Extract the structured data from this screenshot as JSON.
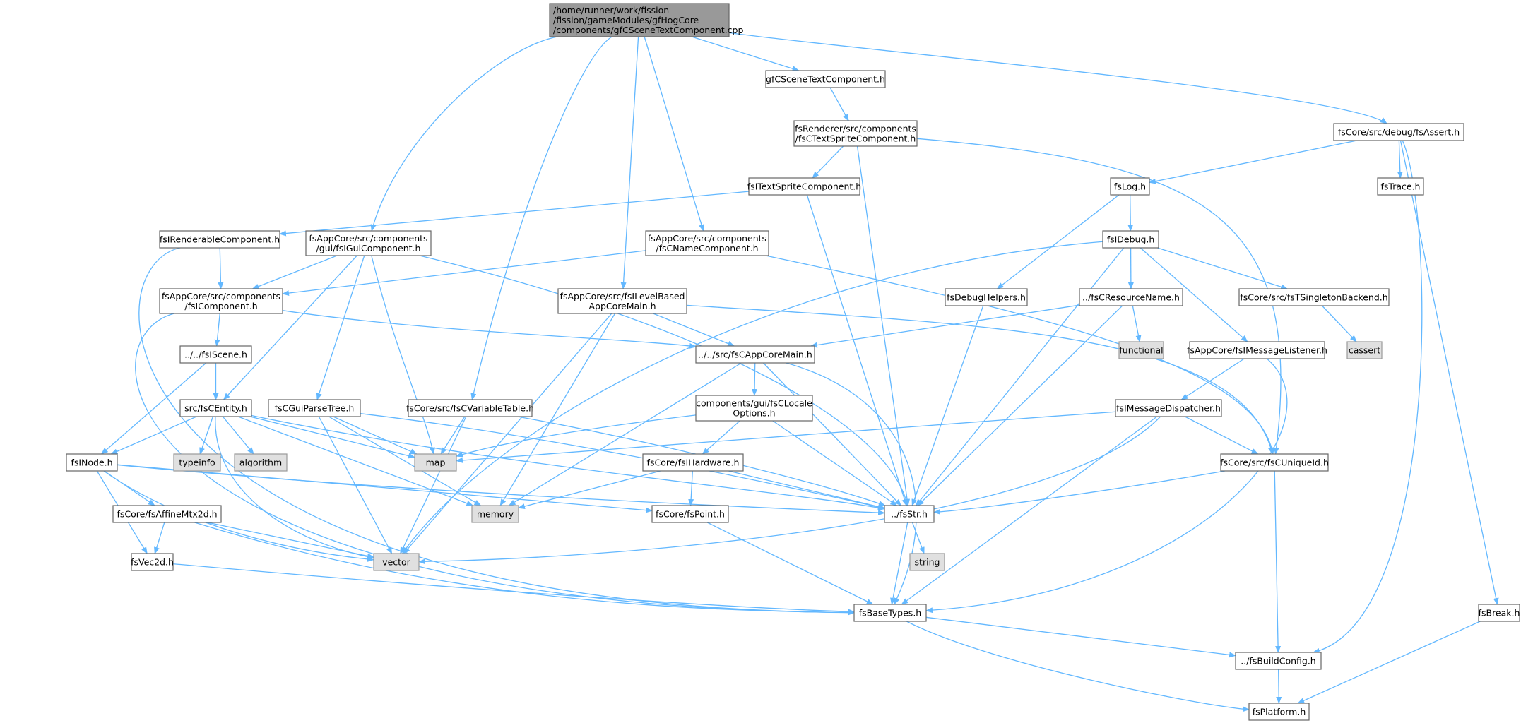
{
  "colors": {
    "edge": "#63b8ff",
    "root_fill": "#999999",
    "root_border": "#666666",
    "node_fill": "#ffffff",
    "node_border": "#666666",
    "system_fill": "#e0e0e0",
    "system_border": "#999999",
    "text": "#000000"
  },
  "nodes": [
    {
      "id": "root",
      "kind": "root",
      "lines": [
        "/home/runner/work/fission",
        "/fission/gameModules/gfHogCore",
        "/components/gfCSceneTextComponent.cpp"
      ]
    },
    {
      "id": "gfCSceneTextComponent",
      "kind": "normal",
      "lines": [
        "gfCSceneTextComponent.h"
      ]
    },
    {
      "id": "fsCTextSpriteComponent",
      "kind": "normal",
      "lines": [
        "fsRenderer/src/components",
        "/fsCTextSpriteComponent.h"
      ]
    },
    {
      "id": "fsITextSpriteComponent",
      "kind": "normal",
      "lines": [
        "fsITextSpriteComponent.h"
      ]
    },
    {
      "id": "fsIRenderableComponent",
      "kind": "normal",
      "lines": [
        "fsIRenderableComponent.h"
      ]
    },
    {
      "id": "fsIGuiComponent",
      "kind": "normal",
      "lines": [
        "fsAppCore/src/components",
        "/gui/fsIGuiComponent.h"
      ]
    },
    {
      "id": "fsCNameComponent",
      "kind": "normal",
      "lines": [
        "fsAppCore/src/components",
        "/fsCNameComponent.h"
      ]
    },
    {
      "id": "fsIComponent",
      "kind": "normal",
      "lines": [
        "fsAppCore/src/components",
        "/fsIComponent.h"
      ]
    },
    {
      "id": "fsILevelBasedAppCoreMain",
      "kind": "normal",
      "lines": [
        "fsAppCore/src/fsILevelBased",
        "AppCoreMain.h"
      ]
    },
    {
      "id": "fsIScene",
      "kind": "normal",
      "lines": [
        "../../fsIScene.h"
      ]
    },
    {
      "id": "fsCAppCoreMain",
      "kind": "normal",
      "lines": [
        "../../src/fsCAppCoreMain.h"
      ]
    },
    {
      "id": "fsCEntity",
      "kind": "normal",
      "lines": [
        "src/fsCEntity.h"
      ]
    },
    {
      "id": "fsCGuiParseTree",
      "kind": "normal",
      "lines": [
        "fsCGuiParseTree.h"
      ]
    },
    {
      "id": "fsCVariableTable",
      "kind": "normal",
      "lines": [
        "fsCore/src/fsCVariableTable.h"
      ]
    },
    {
      "id": "fsCLocaleOptions",
      "kind": "normal",
      "lines": [
        "components/gui/fsCLocale",
        "Options.h"
      ]
    },
    {
      "id": "fsINode",
      "kind": "normal",
      "lines": [
        "fsINode.h"
      ]
    },
    {
      "id": "typeinfo",
      "kind": "system",
      "lines": [
        "typeinfo"
      ]
    },
    {
      "id": "algorithm",
      "kind": "system",
      "lines": [
        "algorithm"
      ]
    },
    {
      "id": "map",
      "kind": "system",
      "lines": [
        "map"
      ]
    },
    {
      "id": "memory",
      "kind": "system",
      "lines": [
        "memory"
      ]
    },
    {
      "id": "fsIHardware",
      "kind": "normal",
      "lines": [
        "fsCore/fsIHardware.h"
      ]
    },
    {
      "id": "fsAffineMtx2d",
      "kind": "normal",
      "lines": [
        "fsCore/fsAffineMtx2d.h"
      ]
    },
    {
      "id": "fsPoint",
      "kind": "normal",
      "lines": [
        "fsCore/fsPoint.h"
      ]
    },
    {
      "id": "fsStr",
      "kind": "normal",
      "lines": [
        "../fsStr.h"
      ]
    },
    {
      "id": "vector",
      "kind": "system",
      "lines": [
        "vector"
      ]
    },
    {
      "id": "fsVec2d",
      "kind": "normal",
      "lines": [
        "fsVec2d.h"
      ]
    },
    {
      "id": "string",
      "kind": "system",
      "lines": [
        "string"
      ]
    },
    {
      "id": "fsBaseTypes",
      "kind": "normal",
      "lines": [
        "fsBaseTypes.h"
      ]
    },
    {
      "id": "fsBuildConfig",
      "kind": "normal",
      "lines": [
        "../fsBuildConfig.h"
      ]
    },
    {
      "id": "fsPlatform",
      "kind": "normal",
      "lines": [
        "fsPlatform.h"
      ]
    },
    {
      "id": "fsAssert",
      "kind": "normal",
      "lines": [
        "fsCore/src/debug/fsAssert.h"
      ]
    },
    {
      "id": "fsLog",
      "kind": "normal",
      "lines": [
        "fsLog.h"
      ]
    },
    {
      "id": "fsTrace",
      "kind": "normal",
      "lines": [
        "fsTrace.h"
      ]
    },
    {
      "id": "fsIDebug",
      "kind": "normal",
      "lines": [
        "fsIDebug.h"
      ]
    },
    {
      "id": "fsDebugHelpers",
      "kind": "normal",
      "lines": [
        "fsDebugHelpers.h"
      ]
    },
    {
      "id": "fsCResourceName",
      "kind": "normal",
      "lines": [
        "../fsCResourceName.h"
      ]
    },
    {
      "id": "fsTSingletonBackend",
      "kind": "normal",
      "lines": [
        "fsCore/src/fsTSingletonBackend.h"
      ]
    },
    {
      "id": "functional",
      "kind": "system",
      "lines": [
        "functional"
      ]
    },
    {
      "id": "fsIMessageListener",
      "kind": "normal",
      "lines": [
        "fsAppCore/fsIMessageListener.h"
      ]
    },
    {
      "id": "cassert",
      "kind": "system",
      "lines": [
        "cassert"
      ]
    },
    {
      "id": "fsIMessageDispatcher",
      "kind": "normal",
      "lines": [
        "fsIMessageDispatcher.h"
      ]
    },
    {
      "id": "fsCUniqueId",
      "kind": "normal",
      "lines": [
        "fsCore/src/fsCUniqueId.h"
      ]
    },
    {
      "id": "fsBreak",
      "kind": "normal",
      "lines": [
        "fsBreak.h"
      ]
    }
  ],
  "edges": [
    [
      "root",
      "gfCSceneTextComponent"
    ],
    [
      "root",
      "fsIGuiComponent"
    ],
    [
      "root",
      "fsCNameComponent"
    ],
    [
      "root",
      "fsILevelBasedAppCoreMain"
    ],
    [
      "root",
      "fsCVariableTable"
    ],
    [
      "root",
      "fsAssert"
    ],
    [
      "gfCSceneTextComponent",
      "fsCTextSpriteComponent"
    ],
    [
      "fsCTextSpriteComponent",
      "fsITextSpriteComponent"
    ],
    [
      "fsCTextSpriteComponent",
      "fsStr"
    ],
    [
      "fsCTextSpriteComponent",
      "fsCUniqueId"
    ],
    [
      "fsITextSpriteComponent",
      "fsIRenderableComponent"
    ],
    [
      "fsITextSpriteComponent",
      "fsStr"
    ],
    [
      "fsIRenderableComponent",
      "fsIComponent"
    ],
    [
      "fsIRenderableComponent",
      "fsBaseTypes"
    ],
    [
      "fsIGuiComponent",
      "fsIComponent"
    ],
    [
      "fsIGuiComponent",
      "fsCEntity"
    ],
    [
      "fsIGuiComponent",
      "fsCGuiParseTree"
    ],
    [
      "fsIGuiComponent",
      "map"
    ],
    [
      "fsIGuiComponent",
      "fsStr"
    ],
    [
      "fsCNameComponent",
      "fsIComponent"
    ],
    [
      "fsCNameComponent",
      "fsCUniqueId"
    ],
    [
      "fsIComponent",
      "fsIScene"
    ],
    [
      "fsIComponent",
      "fsCAppCoreMain"
    ],
    [
      "fsIComponent",
      "fsBaseTypes"
    ],
    [
      "fsILevelBasedAppCoreMain",
      "fsCAppCoreMain"
    ],
    [
      "fsILevelBasedAppCoreMain",
      "memory"
    ],
    [
      "fsILevelBasedAppCoreMain",
      "vector"
    ],
    [
      "fsILevelBasedAppCoreMain",
      "fsCUniqueId"
    ],
    [
      "fsIScene",
      "fsCEntity"
    ],
    [
      "fsIScene",
      "fsINode"
    ],
    [
      "fsCAppCoreMain",
      "fsCLocaleOptions"
    ],
    [
      "fsCAppCoreMain",
      "memory"
    ],
    [
      "fsCAppCoreMain",
      "fsStr"
    ],
    [
      "fsCAppCoreMain",
      "fsBaseTypes"
    ],
    [
      "fsCEntity",
      "fsINode"
    ],
    [
      "fsCEntity",
      "typeinfo"
    ],
    [
      "fsCEntity",
      "algorithm"
    ],
    [
      "fsCEntity",
      "map"
    ],
    [
      "fsCEntity",
      "memory"
    ],
    [
      "fsCEntity",
      "vector"
    ],
    [
      "fsCEntity",
      "fsStr"
    ],
    [
      "fsCGuiParseTree",
      "map"
    ],
    [
      "fsCGuiParseTree",
      "memory"
    ],
    [
      "fsCGuiParseTree",
      "vector"
    ],
    [
      "fsCGuiParseTree",
      "fsStr"
    ],
    [
      "fsCVariableTable",
      "map"
    ],
    [
      "fsCVariableTable",
      "vector"
    ],
    [
      "fsCVariableTable",
      "fsStr"
    ],
    [
      "fsCLocaleOptions",
      "fsIHardware"
    ],
    [
      "fsCLocaleOptions",
      "map"
    ],
    [
      "fsCLocaleOptions",
      "fsStr"
    ],
    [
      "fsINode",
      "fsAffineMtx2d"
    ],
    [
      "fsINode",
      "fsVec2d"
    ],
    [
      "fsINode",
      "vector"
    ],
    [
      "fsINode",
      "fsPoint"
    ],
    [
      "fsINode",
      "fsStr"
    ],
    [
      "fsIHardware",
      "fsPoint"
    ],
    [
      "fsIHardware",
      "memory"
    ],
    [
      "fsIHardware",
      "fsStr"
    ],
    [
      "fsAffineMtx2d",
      "fsVec2d"
    ],
    [
      "fsAffineMtx2d",
      "vector"
    ],
    [
      "fsAffineMtx2d",
      "fsBaseTypes"
    ],
    [
      "fsPoint",
      "fsBaseTypes"
    ],
    [
      "fsVec2d",
      "fsBaseTypes"
    ],
    [
      "fsStr",
      "string"
    ],
    [
      "fsStr",
      "fsBaseTypes"
    ],
    [
      "fsBaseTypes",
      "fsBuildConfig"
    ],
    [
      "fsBaseTypes",
      "fsPlatform"
    ],
    [
      "fsBuildConfig",
      "fsPlatform"
    ],
    [
      "fsAssert",
      "fsLog"
    ],
    [
      "fsAssert",
      "fsTrace"
    ],
    [
      "fsAssert",
      "fsBreak"
    ],
    [
      "fsAssert",
      "fsBuildConfig"
    ],
    [
      "fsLog",
      "fsIDebug"
    ],
    [
      "fsLog",
      "fsDebugHelpers"
    ],
    [
      "fsIDebug",
      "fsCResourceName"
    ],
    [
      "fsIDebug",
      "fsTSingletonBackend"
    ],
    [
      "fsIDebug",
      "fsIMessageListener"
    ],
    [
      "fsIDebug",
      "vector"
    ],
    [
      "fsIDebug",
      "fsStr"
    ],
    [
      "fsDebugHelpers",
      "fsStr"
    ],
    [
      "fsCResourceName",
      "fsCAppCoreMain"
    ],
    [
      "fsCResourceName",
      "functional"
    ],
    [
      "fsCResourceName",
      "fsStr"
    ],
    [
      "fsTSingletonBackend",
      "cassert"
    ],
    [
      "fsIMessageListener",
      "fsIMessageDispatcher"
    ],
    [
      "fsIMessageListener",
      "fsBaseTypes"
    ],
    [
      "fsIMessageDispatcher",
      "map"
    ],
    [
      "fsIMessageDispatcher",
      "vector"
    ],
    [
      "fsIMessageDispatcher",
      "fsCUniqueId"
    ],
    [
      "fsIMessageDispatcher",
      "fsBaseTypes"
    ],
    [
      "fsCUniqueId",
      "fsStr"
    ],
    [
      "fsCUniqueId",
      "fsBuildConfig"
    ],
    [
      "fsBreak",
      "fsPlatform"
    ]
  ]
}
